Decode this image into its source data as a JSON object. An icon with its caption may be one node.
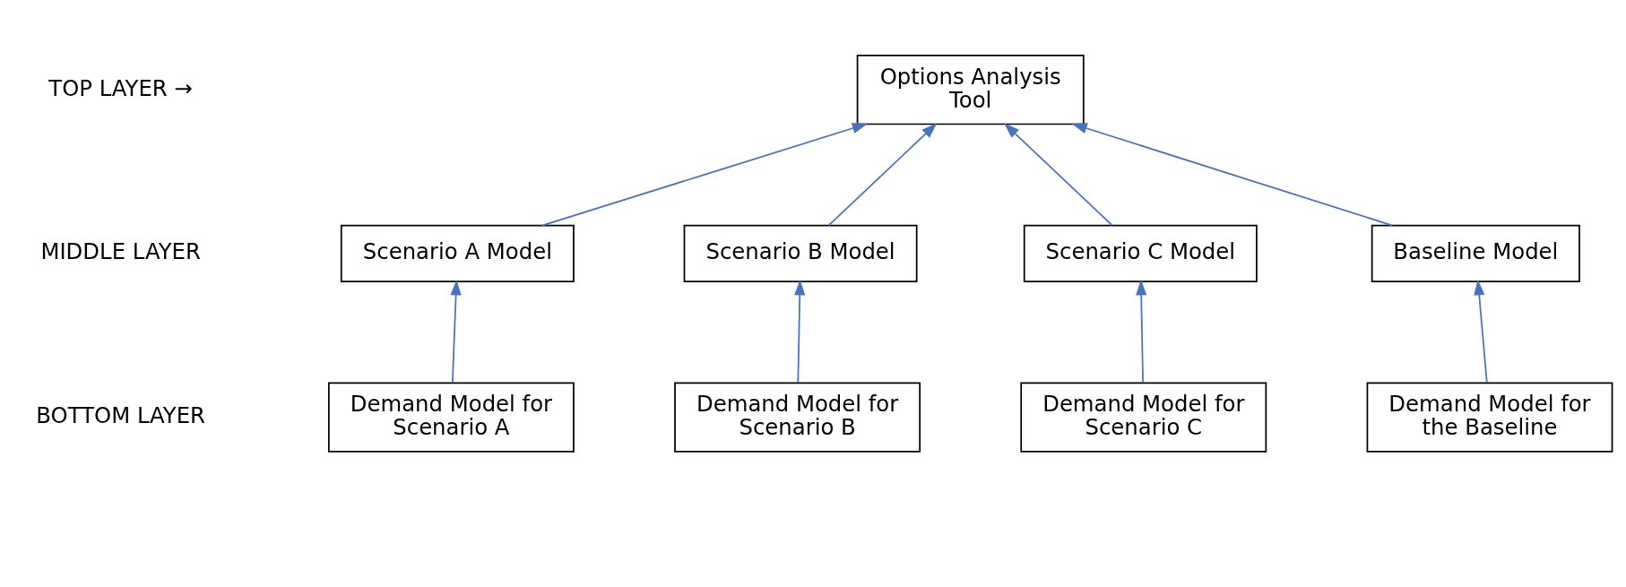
{
  "diagram": {
    "nodes": [
      {
        "text": [
          "Options Analysis Tool"
        ]
      },
      {
        "text": [
          "Baseline Model"
        ]
      },
      {
        "text": [
          "Scenario A Model"
        ]
      },
      {
        "text": [
          "Scenario B Model"
        ]
      },
      {
        "text": [
          "Scenario C Model"
        ]
      },
      {
        "text": [
          "Demand Model for the Baseline"
        ]
      },
      {
        "text": [
          "Demand Model for Scenario A"
        ]
      },
      {
        "text": [
          "Demand Model for Scenario B"
        ]
      },
      {
        "text": [
          "Demand Model for Scenario C"
        ]
      }
    ],
    "edges": [
      {
        "from": 1,
        "to": 0,
        "arrow": "to"
      },
      {
        "from": 2,
        "to": 0,
        "arrow": "to"
      },
      {
        "from": 3,
        "to": 0,
        "arrow": "to"
      },
      {
        "from": 4,
        "to": 0,
        "arrow": "to"
      },
      {
        "from": 5,
        "to": 1,
        "arrow": "to"
      },
      {
        "from": 6,
        "to": 2,
        "arrow": "to"
      },
      {
        "from": 7,
        "to": 3,
        "arrow": "to"
      },
      {
        "from": 8,
        "to": 4,
        "arrow": "to"
      }
    ],
    "labels": [
      "TOP LAYER →",
      "MIDDLE LAYER",
      "BOTTOM LAYER"
    ]
  }
}
